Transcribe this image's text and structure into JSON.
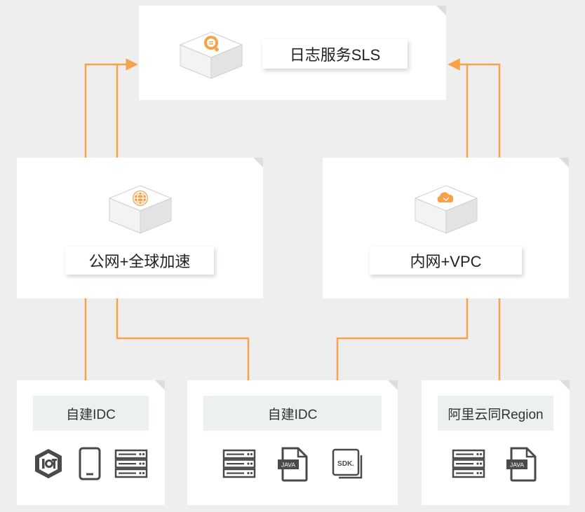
{
  "sls": {
    "title": "日志服务SLS"
  },
  "public_network": {
    "label": "公网+全球加速"
  },
  "private_network": {
    "label": "内网+VPC"
  },
  "sources": [
    {
      "label": "自建IDC",
      "icons": [
        "iot-icon",
        "mobile-icon",
        "server-icon"
      ]
    },
    {
      "label": "自建IDC",
      "icons": [
        "server-icon",
        "java-file-icon",
        "sdk-icon"
      ]
    },
    {
      "label": "阿里云同Region",
      "icons": [
        "server-icon",
        "java-file-icon"
      ]
    }
  ],
  "icon_text": {
    "java": "JAVA",
    "sdk": "SDK."
  },
  "colors": {
    "accent": "#f5a24b",
    "background": "#eeeeee",
    "card": "#ffffff",
    "icon_gray": "#4a4a4a",
    "label_bg": "#ecf0f1"
  }
}
